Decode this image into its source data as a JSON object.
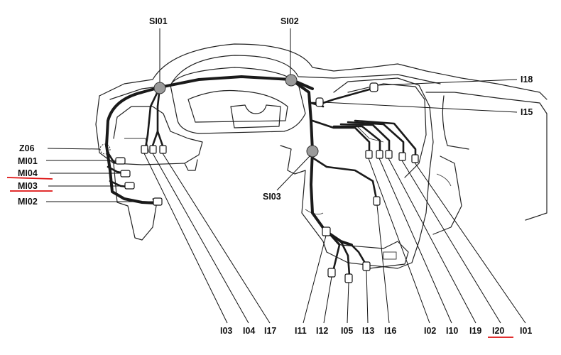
{
  "splices": {
    "si01": "SI01",
    "si02": "SI02",
    "si03": "SI03"
  },
  "left_labels": {
    "z06": "Z06",
    "mi01": "MI01",
    "mi04": "MI04",
    "mi03": "MI03",
    "mi02": "MI02"
  },
  "right_labels": {
    "i18": "I18",
    "i15": "I15"
  },
  "bottom_labels": {
    "i03": "I03",
    "i04": "I04",
    "i17": "I17",
    "i11": "I11",
    "i12": "I12",
    "i05": "I05",
    "i13": "I13",
    "i16": "I16",
    "i02": "I02",
    "i10": "I10",
    "i19": "I19",
    "i20": "I20",
    "i01": "I01"
  },
  "highlight_color": "#dd1111"
}
